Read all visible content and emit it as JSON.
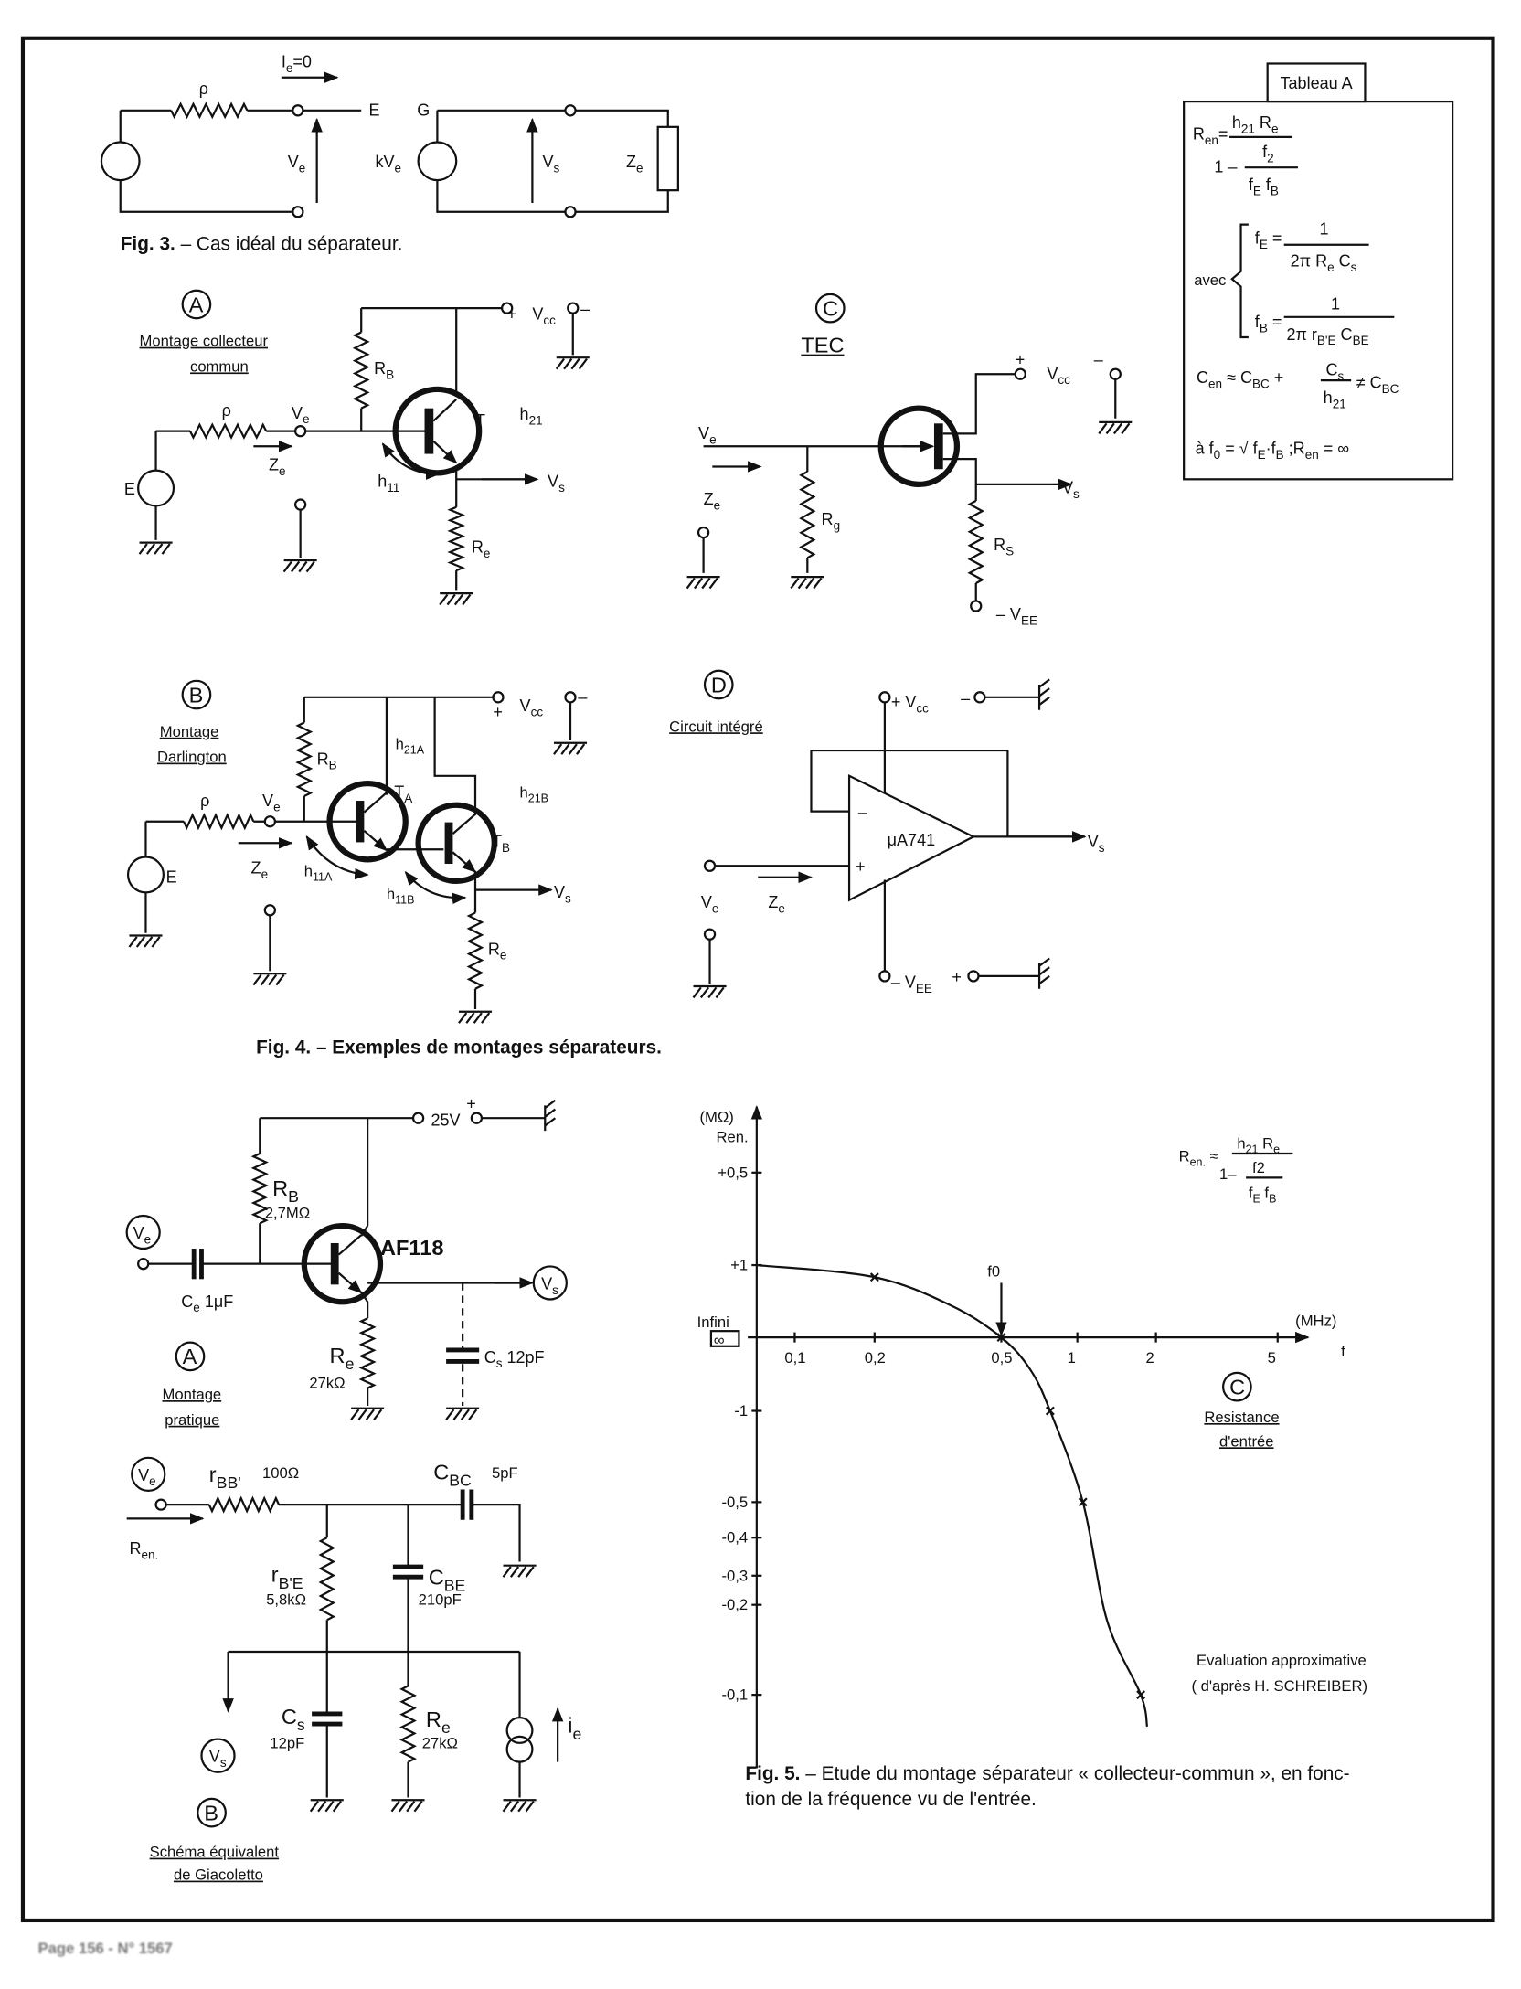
{
  "fig3": {
    "rho": "ρ",
    "ie": [
      [
        "I",
        "e"
      ],
      [
        "=0",
        ""
      ]
    ],
    "E": "E",
    "G": "G",
    "Ve": [
      [
        "V",
        "e"
      ]
    ],
    "kVe": [
      [
        "kV",
        "e"
      ]
    ],
    "Vs": [
      [
        "V",
        "s"
      ]
    ],
    "Ze": [
      [
        "Z",
        "e"
      ]
    ],
    "caption_bold": "Fig. 3.",
    "caption": " – Cas idéal du séparateur."
  },
  "fig4": {
    "A": {
      "letter": "A",
      "title1": "Montage  collecteur",
      "title2": "commun",
      "RB": [
        [
          "R",
          "B"
        ]
      ],
      "T": "T",
      "h21": [
        [
          "h",
          "21"
        ]
      ],
      "rho": "ρ",
      "Ve": [
        [
          "V",
          "e"
        ]
      ],
      "Ze": [
        [
          "Z",
          "e"
        ]
      ],
      "h11": [
        [
          "h",
          "11"
        ]
      ],
      "E": "E",
      "Vs": [
        [
          "V",
          "s"
        ]
      ],
      "Re": [
        [
          "R",
          "e"
        ]
      ],
      "plus": "+",
      "Vcc": [
        [
          "V",
          "cc"
        ]
      ],
      "minus": "–"
    },
    "B": {
      "letter": "B",
      "title1": "Montage",
      "title2": "Darlington",
      "RB": [
        [
          "R",
          "B"
        ]
      ],
      "h21A": [
        [
          "h",
          "21A"
        ]
      ],
      "h21B": [
        [
          "h",
          "21B"
        ]
      ],
      "TA": [
        [
          "T",
          "A"
        ]
      ],
      "TB": [
        [
          "T",
          "B"
        ]
      ],
      "rho": "ρ",
      "Ve": [
        [
          "V",
          "e"
        ]
      ],
      "Ze": [
        [
          "Z",
          "e"
        ]
      ],
      "h11A": [
        [
          "h",
          "11A"
        ]
      ],
      "h11B": [
        [
          "h",
          "11B"
        ]
      ],
      "E": "E",
      "Vs": [
        [
          "V",
          "s"
        ]
      ],
      "Re": [
        [
          "R",
          "e"
        ]
      ],
      "plus": "+",
      "Vcc": [
        [
          "V",
          "cc"
        ]
      ],
      "minus": "–"
    },
    "C": {
      "letter": "C",
      "title": "TEC",
      "Ve": [
        [
          "V",
          "e"
        ]
      ],
      "Ze": [
        [
          "Z",
          "e"
        ]
      ],
      "Rg": [
        [
          "R",
          "g"
        ]
      ],
      "RS": [
        [
          "R",
          "S"
        ]
      ],
      "VEE": [
        [
          "– V",
          "EE"
        ]
      ],
      "Vs": [
        [
          "V",
          "s"
        ]
      ],
      "plus": "+",
      "Vcc": [
        [
          "V",
          "cc"
        ]
      ],
      "minus": "–"
    },
    "D": {
      "letter": "D",
      "title": "Circuit  intégré",
      "opamp": "μA741",
      "inv": "–",
      "noninv": "+",
      "Ve": [
        [
          "V",
          "e"
        ]
      ],
      "Ze": [
        [
          "Z",
          "e"
        ]
      ],
      "Vs": [
        [
          "V",
          "s"
        ]
      ],
      "Vcc": [
        [
          "+ V",
          "cc"
        ]
      ],
      "vcc_minus": "–",
      "VEE": [
        [
          "– V",
          "EE"
        ]
      ],
      "vee_plus": "+"
    },
    "caption_bold": "Fig. 4.",
    "caption": " – Exemples de montages séparateurs."
  },
  "fig5": {
    "A": {
      "letter": "A",
      "title1": "Montage",
      "title2": "pratique",
      "supply": "25V",
      "plus": "+",
      "RB": [
        [
          "R",
          "B"
        ]
      ],
      "RB_val": "2,7MΩ",
      "transistor": "AF118",
      "Ve": [
        [
          "V",
          "e"
        ]
      ],
      "Ce": [
        [
          "C",
          "e"
        ],
        [
          " 1μF",
          ""
        ]
      ],
      "Vs": [
        [
          "V",
          "s"
        ]
      ],
      "Re": [
        [
          "R",
          "e"
        ]
      ],
      "Re_val": "27kΩ",
      "Cs": [
        [
          "C",
          "s"
        ],
        [
          " 12pF",
          ""
        ]
      ]
    },
    "B": {
      "letter": "B",
      "title1": "Schéma    équivalent",
      "title2": "de  Giacoletto",
      "Ve": [
        [
          "V",
          "e"
        ]
      ],
      "rBB": [
        [
          "r",
          "BB'"
        ]
      ],
      "rBB_val": "100Ω",
      "CBC": [
        [
          "C",
          "BC"
        ]
      ],
      "CBC_val": "5pF",
      "Ren": [
        [
          "R",
          "en."
        ]
      ],
      "rBE": [
        [
          "r",
          "B'E"
        ]
      ],
      "rBE_val": "5,8kΩ",
      "CBE": [
        [
          "C",
          "BE"
        ]
      ],
      "CBE_val": "210pF",
      "Cs": [
        [
          "C",
          "s"
        ]
      ],
      "Cs_val": "12pF",
      "Re": [
        [
          "R",
          "e"
        ]
      ],
      "Re_val": "27kΩ",
      "ie": [
        [
          "i",
          "e"
        ]
      ],
      "Vs": [
        [
          "V",
          "s"
        ]
      ]
    },
    "C": {
      "letter": "C",
      "title1": "Resistance",
      "title2": "d'entrée",
      "note1": "Evaluation    approximative",
      "note2": "( d'après    H.  SCHREIBER)",
      "formula_lhs": [
        [
          "R",
          "en."
        ],
        [
          " ≈",
          ""
        ]
      ],
      "formula_num": [
        [
          "h",
          "21"
        ],
        [
          " R",
          "e"
        ]
      ],
      "formula_den_prefix": "1–",
      "formula_f2": "f2",
      "formula_fEfB": [
        [
          "f",
          "E"
        ],
        [
          " f",
          "B"
        ]
      ]
    },
    "caption_bold": "Fig. 5.",
    "caption_line1": " – Etude du montage séparateur « collecteur-commun », en fonc-",
    "caption_line2": "tion de la fréquence vu de l'entrée."
  },
  "tableau": {
    "title": "Tableau A",
    "ren_lhs": [
      [
        "R",
        "en"
      ],
      [
        "=",
        ""
      ]
    ],
    "ren_num": [
      [
        "h",
        "21"
      ],
      [
        "  R",
        "e"
      ]
    ],
    "one_minus": "1  –",
    "f2": [
      [
        "f",
        "2"
      ]
    ],
    "fEfB": [
      [
        "f",
        "E"
      ],
      [
        "  f",
        "B"
      ]
    ],
    "avec": "avec",
    "fE_lhs": [
      [
        "f",
        "E"
      ],
      [
        " =",
        ""
      ]
    ],
    "one": "1",
    "fE_den": [
      [
        "2π  R",
        "e"
      ],
      [
        "  C",
        "s"
      ]
    ],
    "fB_lhs": [
      [
        "f",
        "B"
      ],
      [
        " =",
        ""
      ]
    ],
    "fB_den": [
      [
        "2π  r",
        "B'E"
      ],
      [
        "  C",
        "BE"
      ]
    ],
    "cen": [
      [
        "C",
        "en"
      ],
      [
        "  ≈  C",
        "BC"
      ],
      [
        "  +",
        ""
      ]
    ],
    "cs": [
      [
        "C",
        "s"
      ]
    ],
    "h21": [
      [
        "h",
        "21"
      ]
    ],
    "neq": [
      [
        "≠  C",
        "BC"
      ]
    ],
    "last": [
      [
        "à   f",
        "0"
      ],
      [
        " = √ f",
        "E"
      ],
      [
        "·f",
        "B"
      ],
      [
        "   ;R",
        "en"
      ],
      [
        " = ∞",
        ""
      ]
    ]
  },
  "chart_data": {
    "type": "line",
    "title": "",
    "xlabel": "f",
    "x_unit": "(MHz)",
    "ylabel": "Ren.",
    "y_unit": "(MΩ)",
    "x_scale": "log",
    "y_scale": "reciprocal",
    "x_ticks": [
      "0,1",
      "0,2",
      "0,5",
      "1",
      "2",
      "5"
    ],
    "y_ticks": [
      "+0,5",
      "+1",
      "Infini",
      "-1",
      "-0,5",
      "-0,4",
      "-0,3",
      "-0,2",
      "-0,1"
    ],
    "infinity_label": "Infini",
    "infinity_symbol": "∞",
    "f0_label": "f0",
    "grid": false,
    "series": [
      {
        "points": [
          {
            "f": 0.07,
            "R": 1.0,
            "marker": false
          },
          {
            "f": 0.2,
            "R": 1.2,
            "marker": true
          },
          {
            "f": 0.35,
            "R": 2.3,
            "marker": false
          },
          {
            "f": 0.5,
            "R": "∞",
            "marker": true
          },
          {
            "f": 0.65,
            "R": -2.3,
            "marker": false
          },
          {
            "f": 0.78,
            "R": -1.0,
            "marker": true
          },
          {
            "f": 1.05,
            "R": -0.5,
            "marker": true
          },
          {
            "f": 1.3,
            "R": -0.17,
            "marker": false
          },
          {
            "f": 1.75,
            "R": -0.1,
            "marker": true
          },
          {
            "f": 1.85,
            "R": -0.085,
            "marker": false
          }
        ]
      }
    ]
  },
  "footer": "Page 156 - N° 1567"
}
